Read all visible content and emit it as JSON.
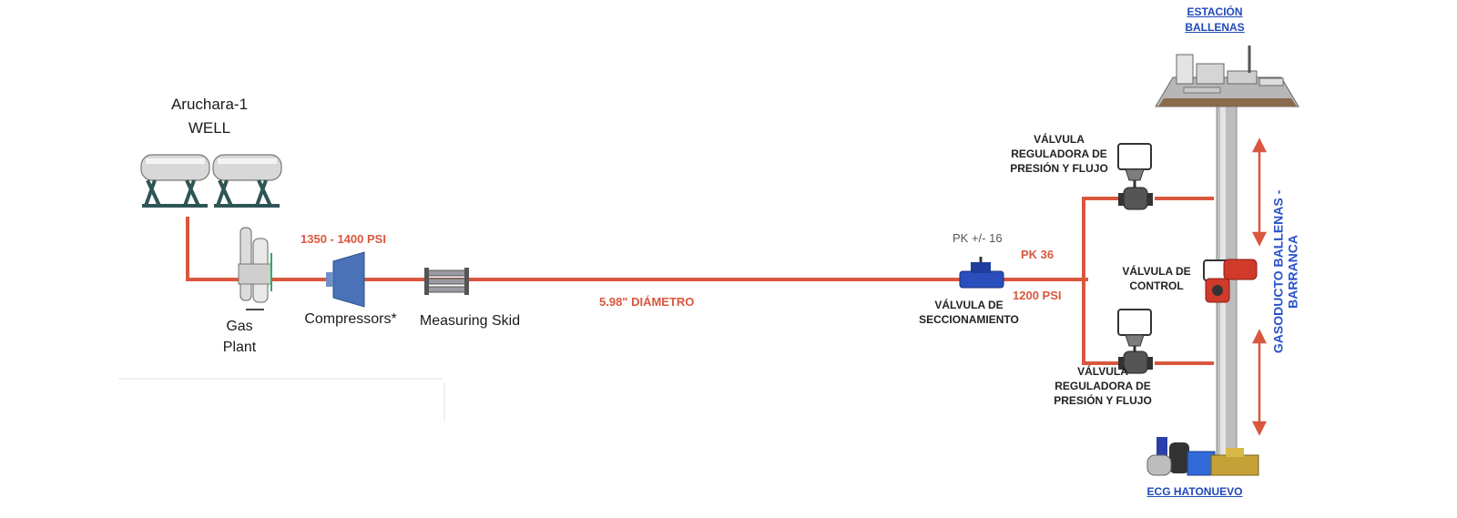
{
  "labels": {
    "well_name": "Aruchara-1",
    "well_sub": "WELL",
    "gas_plant_1": "Gas",
    "gas_plant_2": "Plant",
    "compressors": "Compressors*",
    "measuring_skid": "Measuring Skid",
    "pressure_range": "1350 - 1400 PSI",
    "diameter": "5.98\" DIÁMETRO",
    "pk_16": "PK +/-  16",
    "pk_36": "PK 36",
    "psi_1200": "1200 PSI",
    "valve_section_1": "VÁLVULA DE",
    "valve_section_2": "SECCIONAMIENTO",
    "valve_reg_top_1": "VÁLVULA",
    "valve_reg_top_2": "REGULADORA DE",
    "valve_reg_top_3": "PRESIÓN Y FLUJO",
    "valve_reg_bot_1": "VÁLVULA",
    "valve_reg_bot_2": "REGULADORA DE",
    "valve_reg_bot_3": "PRESIÓN Y FLUJO",
    "valve_control_1": "VÁLVULA DE",
    "valve_control_2": "CONTROL",
    "station_1": "ESTACIÓN",
    "station_2": "BALLENAS",
    "ecg": "ECG HATONUEVO",
    "pipeline_1": "GASODUCTO BALLENAS -",
    "pipeline_2": "BARRANCA"
  },
  "colors": {
    "pipe": "#d9573e",
    "link": "#2049b8",
    "vertical_pipe": "#b9b9b9",
    "compressor": "#4a72b8"
  }
}
